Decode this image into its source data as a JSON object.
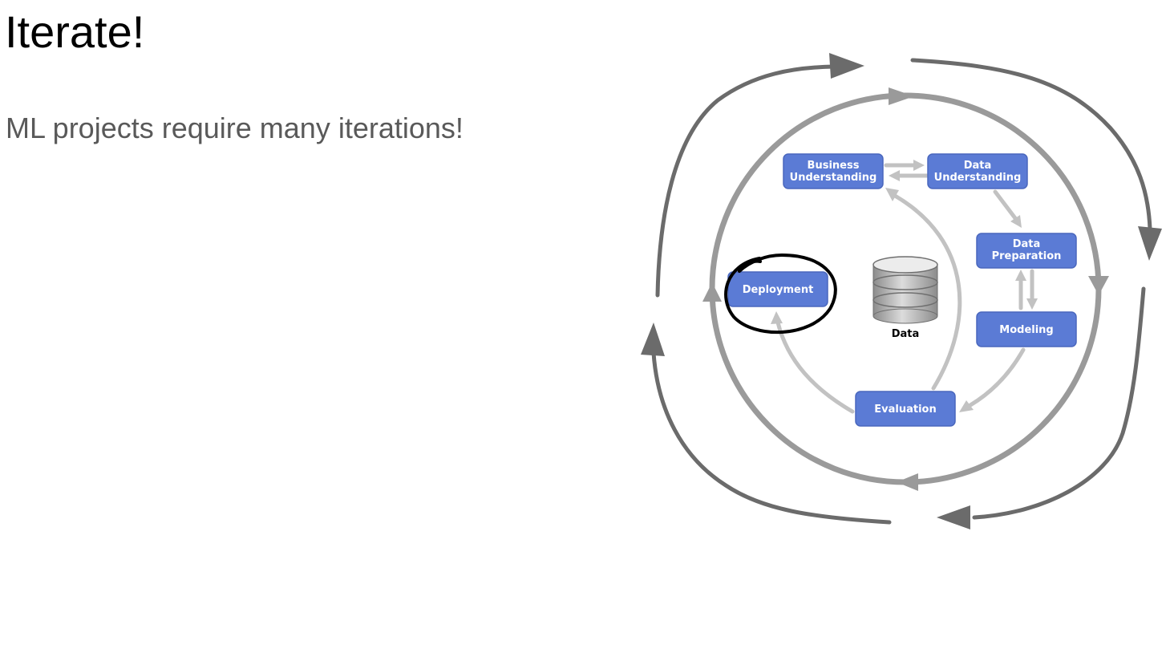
{
  "slide": {
    "title": "Iterate!",
    "subtitle": "ML projects require many iterations!"
  },
  "diagram": {
    "phases": {
      "business_understanding": [
        "Business",
        "Understanding"
      ],
      "data_understanding": [
        "Data",
        "Understanding"
      ],
      "data_preparation": [
        "Data",
        "Preparation"
      ],
      "modeling": "Modeling",
      "evaluation": "Evaluation",
      "deployment": "Deployment"
    },
    "center_label": "Data",
    "colors": {
      "phase_box": "#5b7bd5",
      "phase_box_border": "#4a67bd",
      "inner_ring": "#9a9a9a",
      "outer_arrows": "#6b6b6b",
      "flow_arrows": "#c2c2c2",
      "highlight_circle": "#000000"
    }
  }
}
